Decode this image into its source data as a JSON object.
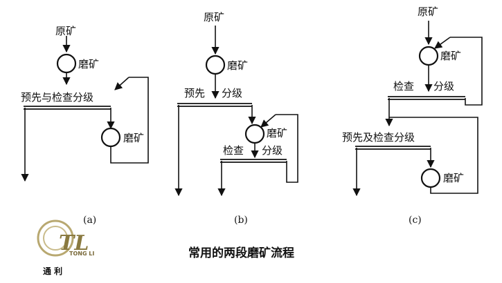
{
  "diagrams": {
    "a": {
      "feed": "原矿",
      "mill1": "磨矿",
      "classify": "预先与检查分级",
      "mill2": "磨矿",
      "caption": "(a)"
    },
    "b": {
      "feed": "原矿",
      "mill1": "磨矿",
      "classify1_left": "预先",
      "classify1_right": "分级",
      "mill2": "磨矿",
      "classify2_left": "检查",
      "classify2_right": "分级",
      "caption": "(b)"
    },
    "c": {
      "feed": "原矿",
      "mill1": "磨矿",
      "classify1_left": "检查",
      "classify1_right": "分级",
      "classify2": "预先及检查分级",
      "mill2": "磨矿",
      "caption": "(c)"
    }
  },
  "figure_title": "常用的两段磨矿流程",
  "logo": {
    "letters": "TL",
    "small_text": "TONG LI",
    "cn_text": "通 利",
    "color": "#8a7a40"
  }
}
